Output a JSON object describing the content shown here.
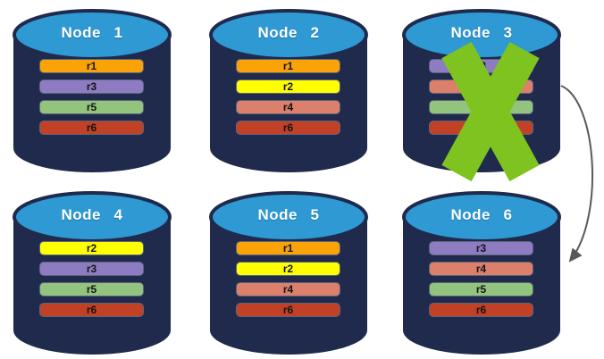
{
  "colors": {
    "background": "#FFFFFF",
    "cylinder_body": "#1F2A4C",
    "cylinder_top": "#2E99D3",
    "title_text": "#FFFFFF",
    "bar_text": "#141414",
    "failure_x": "#7EC320",
    "arrow": "#595959"
  },
  "nodes": [
    {
      "id": "node-1",
      "title": "Node 1",
      "failed": false,
      "replicas": [
        {
          "label": "r1",
          "color": "#F9A306"
        },
        {
          "label": "r3",
          "color": "#8E7CC3"
        },
        {
          "label": "r5",
          "color": "#93C47D"
        },
        {
          "label": "r6",
          "color": "#C04125"
        }
      ]
    },
    {
      "id": "node-2",
      "title": "Node 2",
      "failed": false,
      "replicas": [
        {
          "label": "r1",
          "color": "#F9A306"
        },
        {
          "label": "r2",
          "color": "#FFFF00"
        },
        {
          "label": "r4",
          "color": "#DC7F6B"
        },
        {
          "label": "r6",
          "color": "#C04125"
        }
      ]
    },
    {
      "id": "node-3",
      "title": "Node 3",
      "failed": true,
      "replicas": [
        {
          "label": "r3",
          "color": "#8E7CC3"
        },
        {
          "label": "r4",
          "color": "#DC7F6B"
        },
        {
          "label": "r5",
          "color": "#93C47D"
        },
        {
          "label": "r6",
          "color": "#C04125"
        }
      ]
    },
    {
      "id": "node-4",
      "title": "Node 4",
      "failed": false,
      "replicas": [
        {
          "label": "r2",
          "color": "#FFFF00"
        },
        {
          "label": "r3",
          "color": "#8E7CC3"
        },
        {
          "label": "r5",
          "color": "#93C47D"
        },
        {
          "label": "r6",
          "color": "#C04125"
        }
      ]
    },
    {
      "id": "node-5",
      "title": "Node 5",
      "failed": false,
      "replicas": [
        {
          "label": "r1",
          "color": "#F9A306"
        },
        {
          "label": "r2",
          "color": "#FFFF00"
        },
        {
          "label": "r4",
          "color": "#DC7F6B"
        },
        {
          "label": "r6",
          "color": "#C04125"
        }
      ]
    },
    {
      "id": "node-6",
      "title": "Node 6",
      "failed": false,
      "replicas": [
        {
          "label": "r3",
          "color": "#8E7CC3"
        },
        {
          "label": "r4",
          "color": "#DC7F6B"
        },
        {
          "label": "r5",
          "color": "#93C47D"
        },
        {
          "label": "r6",
          "color": "#C04125"
        }
      ]
    }
  ],
  "arrow": {
    "from_node": "Node 3",
    "to_node": "Node 6"
  }
}
